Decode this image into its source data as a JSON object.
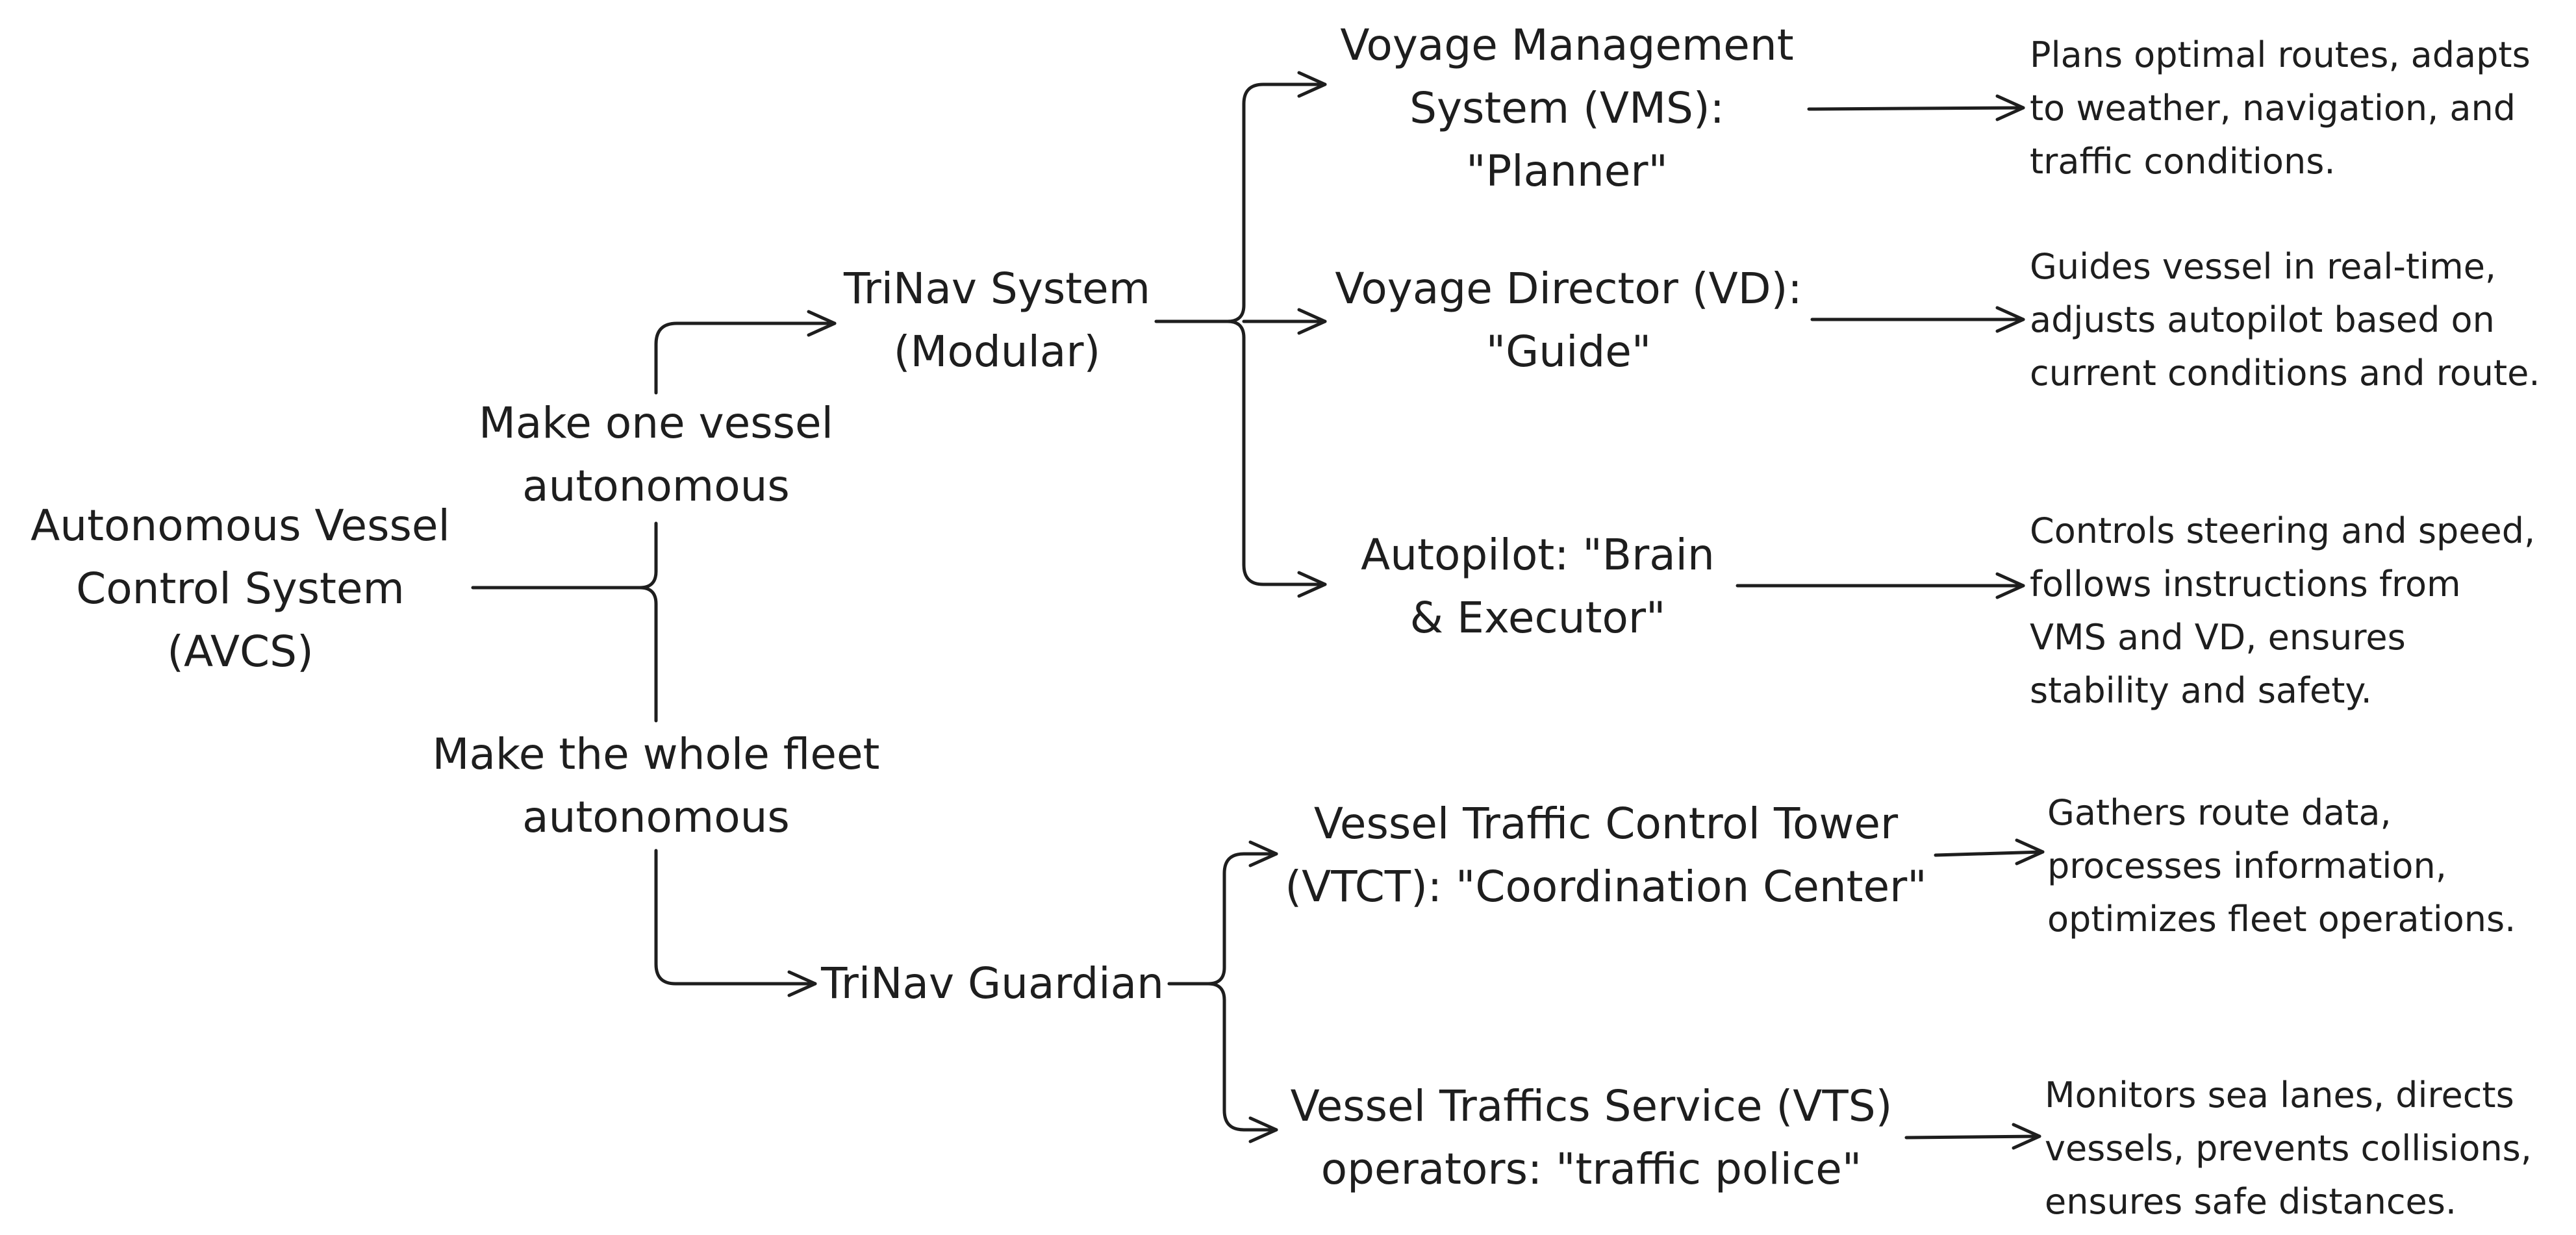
{
  "root": {
    "lines": [
      "Autonomous Vessel",
      "Control System",
      "(AVCS)"
    ]
  },
  "branches": {
    "one_vessel": {
      "lines": [
        "Make one vessel",
        "autonomous"
      ]
    },
    "whole_fleet": {
      "lines": [
        "Make the whole fleet",
        "autonomous"
      ]
    }
  },
  "systems": {
    "trinav_system": {
      "lines": [
        "TriNav System",
        "(Modular)"
      ]
    },
    "trinav_guardian": {
      "lines": [
        "TriNav Guardian"
      ]
    }
  },
  "components": {
    "vms": {
      "lines": [
        "Voyage Management",
        "System (VMS):",
        "\"Planner\""
      ],
      "description": [
        "Plans optimal routes, adapts",
        "to weather, navigation, and",
        "traffic conditions."
      ]
    },
    "vd": {
      "lines": [
        "Voyage Director (VD):",
        "\"Guide\""
      ],
      "description": [
        "Guides vessel in real-time,",
        "adjusts autopilot based on",
        "current conditions and route."
      ]
    },
    "autopilot": {
      "lines": [
        "Autopilot: \"Brain",
        "& Executor\""
      ],
      "description": [
        "Controls steering and speed,",
        "follows instructions from",
        "VMS and VD, ensures",
        "stability and safety."
      ]
    },
    "vtct": {
      "lines": [
        "Vessel Traffic Control Tower",
        "(VTCT): \"Coordination Center\""
      ],
      "description": [
        "Gathers route data,",
        "processes information,",
        "optimizes fleet operations."
      ]
    },
    "vts": {
      "lines": [
        "Vessel Traffics Service (VTS)",
        "operators: \"traffic police\""
      ],
      "description": [
        "Monitors sea lanes, directs",
        "vessels, prevents collisions,",
        "ensures safe distances."
      ]
    }
  },
  "colors": {
    "ink": "#1e1e1e",
    "background": "#ffffff"
  }
}
